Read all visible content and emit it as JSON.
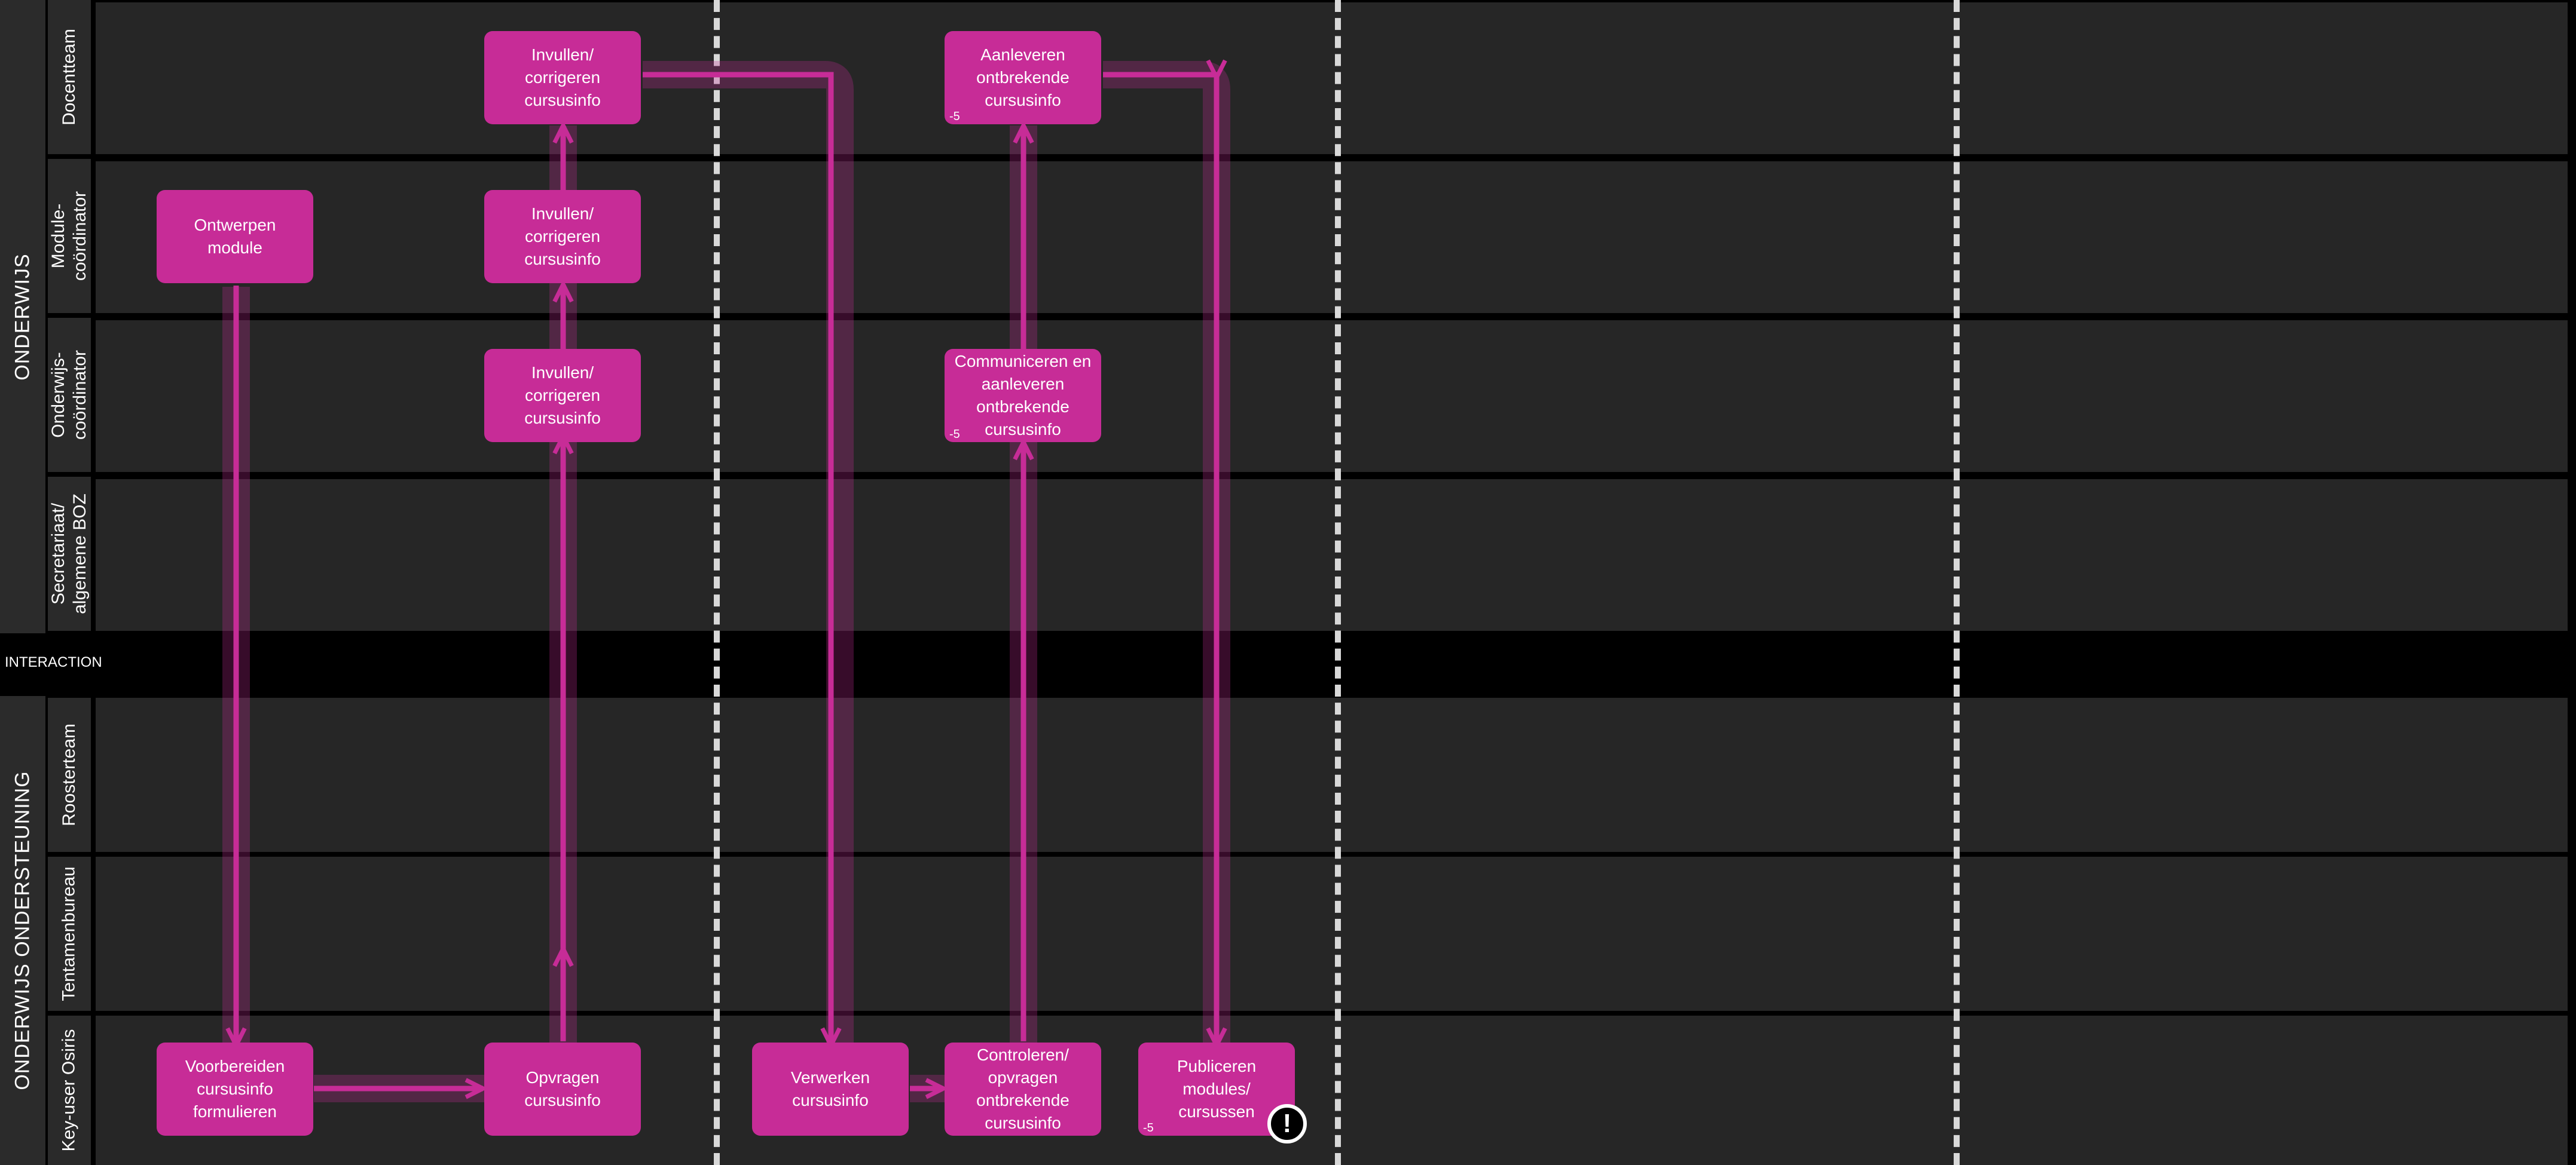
{
  "groups": {
    "onderwijs": "ONDERWIJS",
    "interaction": "INTERACTION",
    "ondersteuning": "ONDERWIJS ONDERSTEUNING"
  },
  "lanes": [
    "Docentteam",
    "Module-\ncoördinator",
    "Onderwijs-\ncoördinator",
    "Secretariaat/\nalgemene BOZ",
    "Roosterteam",
    "Tentamenbureau",
    "Key-user Osiris"
  ],
  "steps": {
    "ontwerpen": "Ontwerpen\nmodule",
    "voorbereiden": "Voorbereiden\ncursusinfo\nformulieren",
    "invullen_docent": "Invullen/\ncorrigeren\ncursusinfo",
    "invullen_module": "Invullen/\ncorrigeren\ncursusinfo",
    "invullen_onderwijs": "Invullen/\ncorrigeren\ncursusinfo",
    "opvragen": "Opvragen\ncursusinfo",
    "verwerken": "Verwerken\ncursusinfo",
    "controleren": "Controleren/\nopvragen\nontbrekende\ncursusinfo",
    "communiceren": "Communiceren en\naanleveren\nontbrekende\ncursusinfo",
    "aanleveren": "Aanleveren\nontbrekende\ncursusinfo",
    "publiceren": "Publiceren\nmodules/\ncursussen"
  },
  "badges": {
    "aanleveren": "-5",
    "communiceren": "-5",
    "publiceren": "-5"
  },
  "warning_icon": "!",
  "colors": {
    "step": "#c72c97",
    "flow": "#c72c97",
    "lane": "#262626",
    "divider": "#d8d8d8"
  }
}
